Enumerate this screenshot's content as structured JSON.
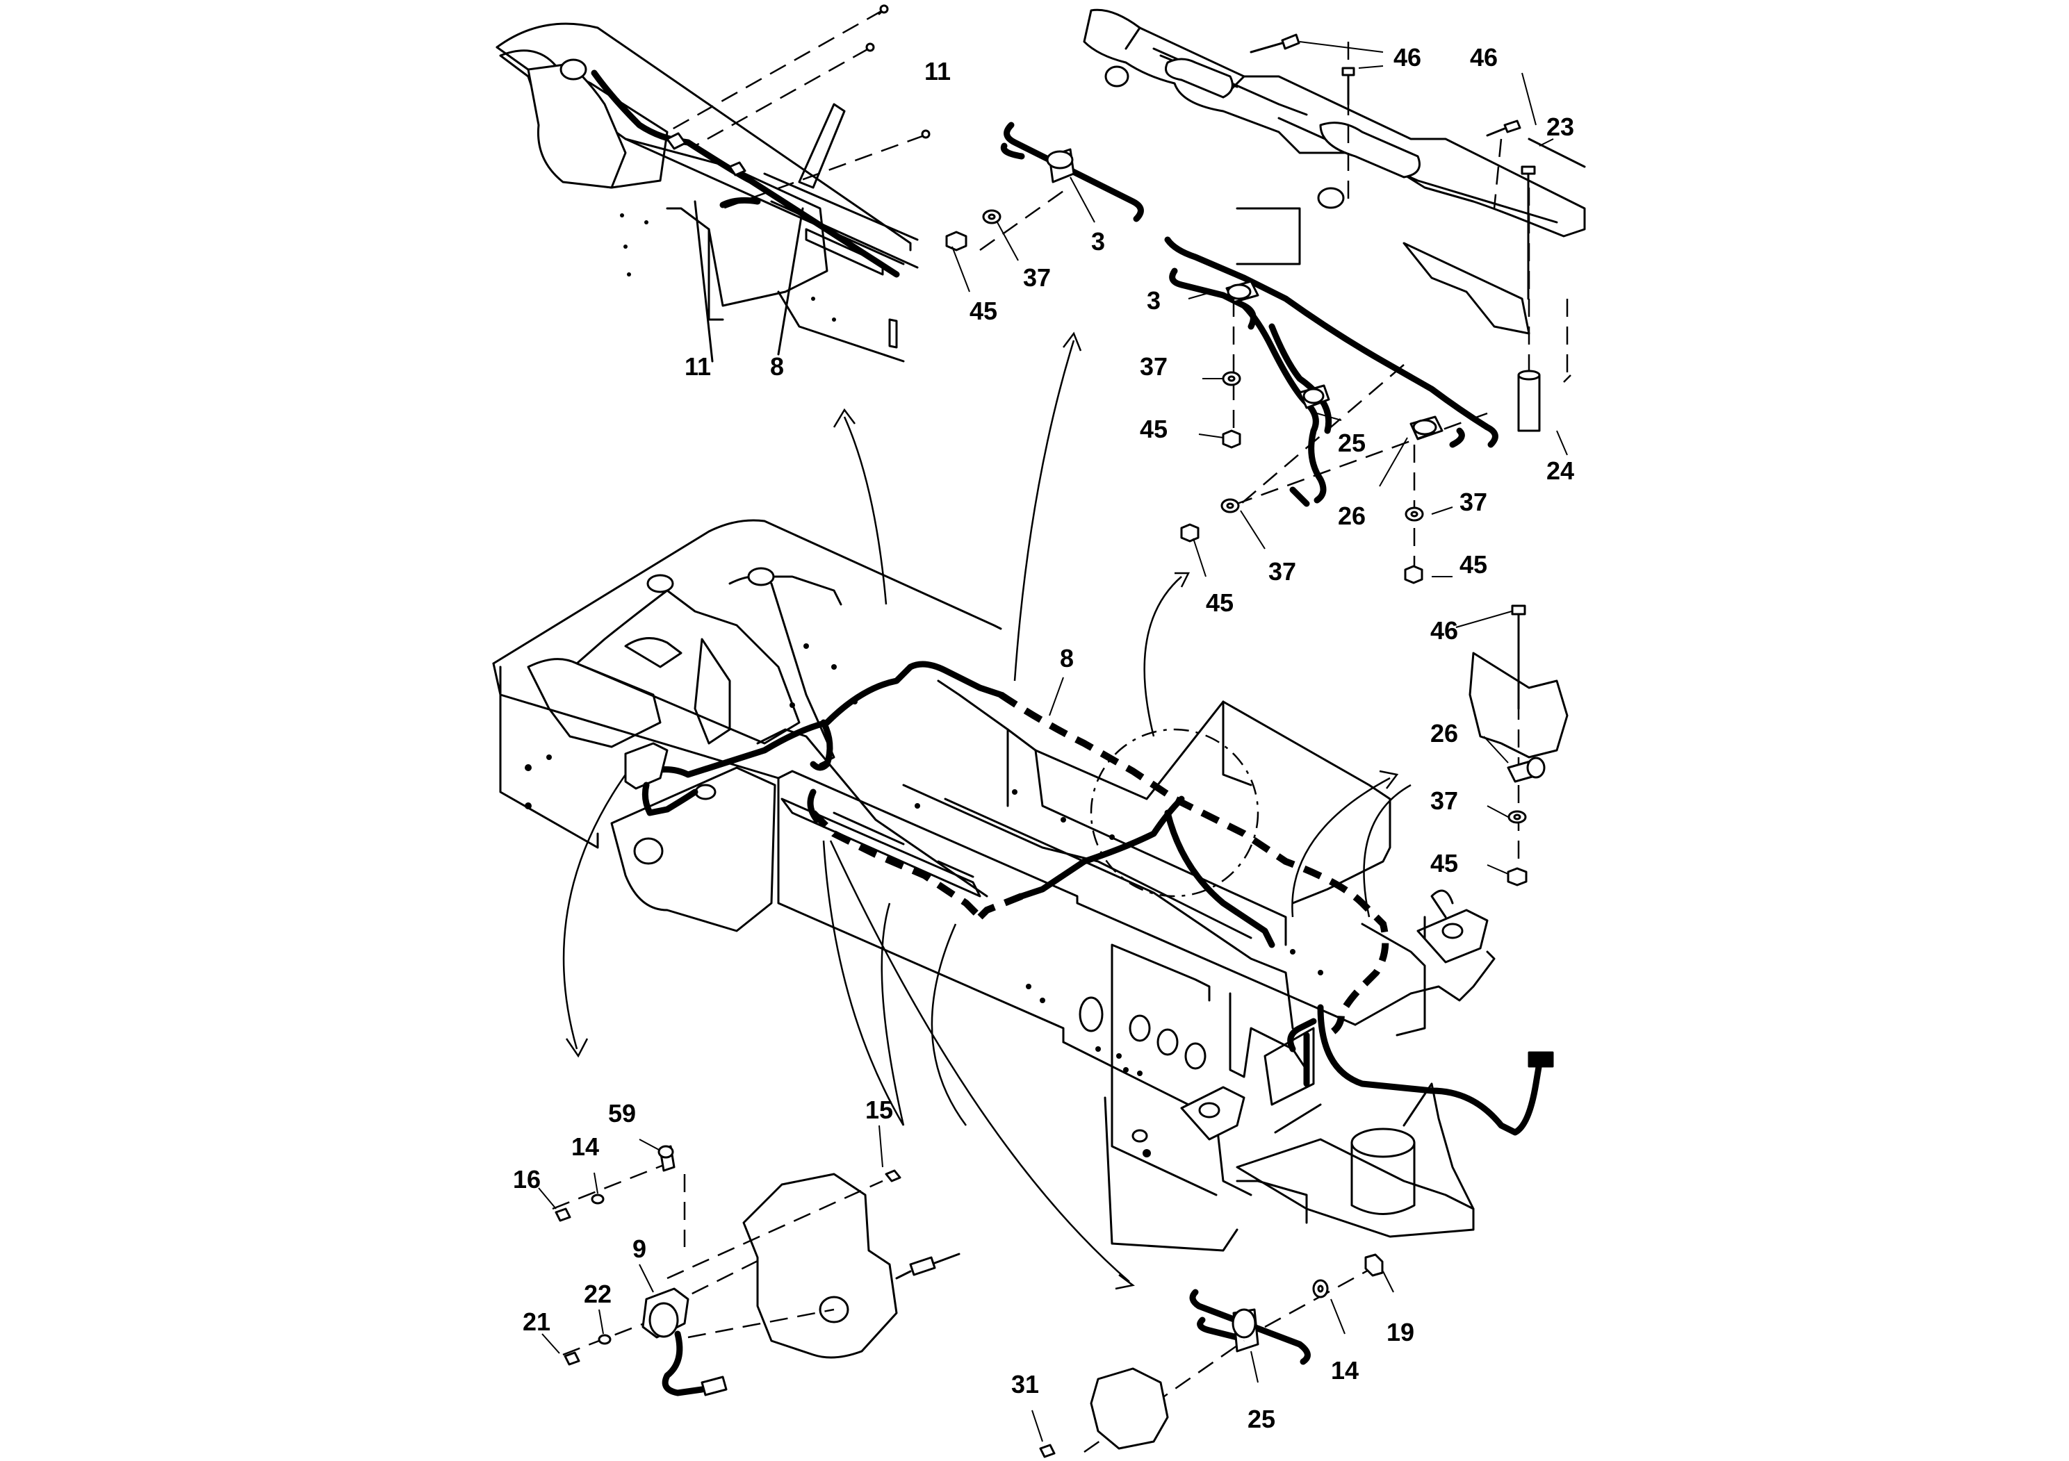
{
  "callouts": {
    "tl_11a": "11",
    "tl_11b": "11",
    "tl_8": "8",
    "tc_3": "3",
    "tc_37": "37",
    "tc_45": "45",
    "tr_46a": "46",
    "tr_46b": "46",
    "tr_23": "23",
    "tr_3": "3",
    "tr_37a": "37",
    "tr_45a": "45",
    "tr_25": "25",
    "tr_24": "24",
    "tr_26": "26",
    "tr_37b": "37",
    "tr_45b": "45",
    "tr_37c": "37",
    "tr_45c": "45",
    "main_8": "8",
    "r_46": "46",
    "r_26": "26",
    "r_37": "37",
    "r_45": "45",
    "bl_59": "59",
    "bl_14": "14",
    "bl_16": "16",
    "bl_15": "15",
    "bl_9": "9",
    "bl_22": "22",
    "bl_21": "21",
    "br_19": "19",
    "br_14": "14",
    "br_25": "25",
    "br_31": "31"
  },
  "icons": {
    "harness": "wiring-harness",
    "connector": "electrical-connector",
    "clamp": "p-clamp",
    "bolt": "bolt",
    "washer": "washer",
    "nut": "nut"
  }
}
